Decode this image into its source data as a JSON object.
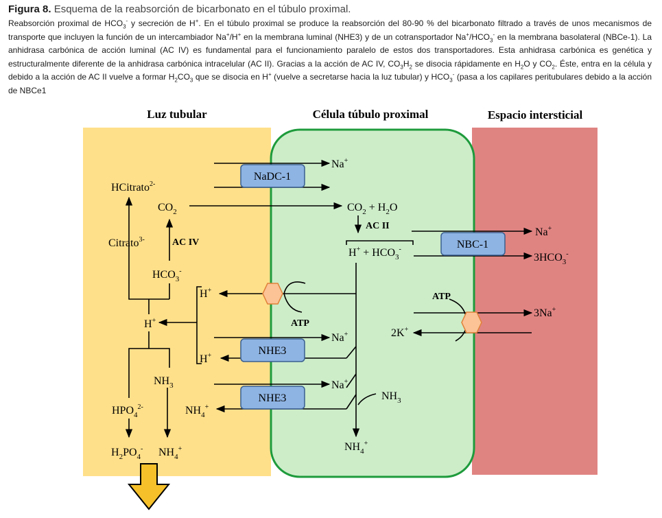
{
  "caption": {
    "figure_label": "Figura 8.",
    "title": "Esquema de la reabsorción de bicarbonato en el túbulo proximal.",
    "body": "Reabsorción proximal de HCO<sub>3</sub><sup>-</sup> y secreción de H<sup>+</sup>. En el túbulo proximal se produce la reabsorción del 80-90 % del bicarbonato filtrado a través de unos mecanismos de transporte que incluyen la función de un intercambiador Na<sup>+</sup>/H<sup>+</sup> en la membrana luminal (NHE3) y de un cotransportador Na<sup>+</sup>/HCO<sub>3</sub><sup>-</sup> en la membrana basolateral (NBCe-1). La anhidrasa carbónica de acción luminal (AC IV) es fundamental para el funcionamiento paralelo de estos dos transportadores. Esta anhidrasa carbónica es genética y estructuralmente diferente de la anhidrasa carbónica intracelular (AC II). Gracias a la acción de AC IV, CO<sub>3</sub>H<sub>2</sub> se disocia rápidamente en H<sub>2</sub>O y CO<sub>2</sub>. Éste, entra en la célula y debido a la acción de AC II vuelve a formar H<sub>2</sub>CO<sub>3</sub> que se disocia en H<sup>+</sup> (vuelve a secretarse hacia la luz tubular) y HCO<sub>3</sub><sup>-</sup> (pasa a los capilares peritubulares debido a la acción de NBCe1"
  },
  "headers": {
    "lumen": "Luz tubular",
    "cell": "Célula túbulo proximal",
    "interstitial": "Espacio intersticial"
  },
  "transporters": {
    "nadc1": "NaDC-1",
    "nbc1": "NBC-1",
    "nhe3_a": "NHE3",
    "nhe3_b": "NHE3"
  },
  "enzymes": {
    "ac_iv": "AC IV",
    "ac_ii": "AC II"
  },
  "atp": {
    "luminal": "ATP",
    "basolateral": "ATP"
  },
  "colors": {
    "lumen": "#FFE08A",
    "cell_fill": "#CDEDC9",
    "cell_border": "#1E9B3C",
    "interstitial": "#E08482",
    "transporter": "#8EB4E3",
    "transporter_border": "#3A5F8F",
    "pump": "#FBC396",
    "arrow_out": "#F5C02A"
  }
}
